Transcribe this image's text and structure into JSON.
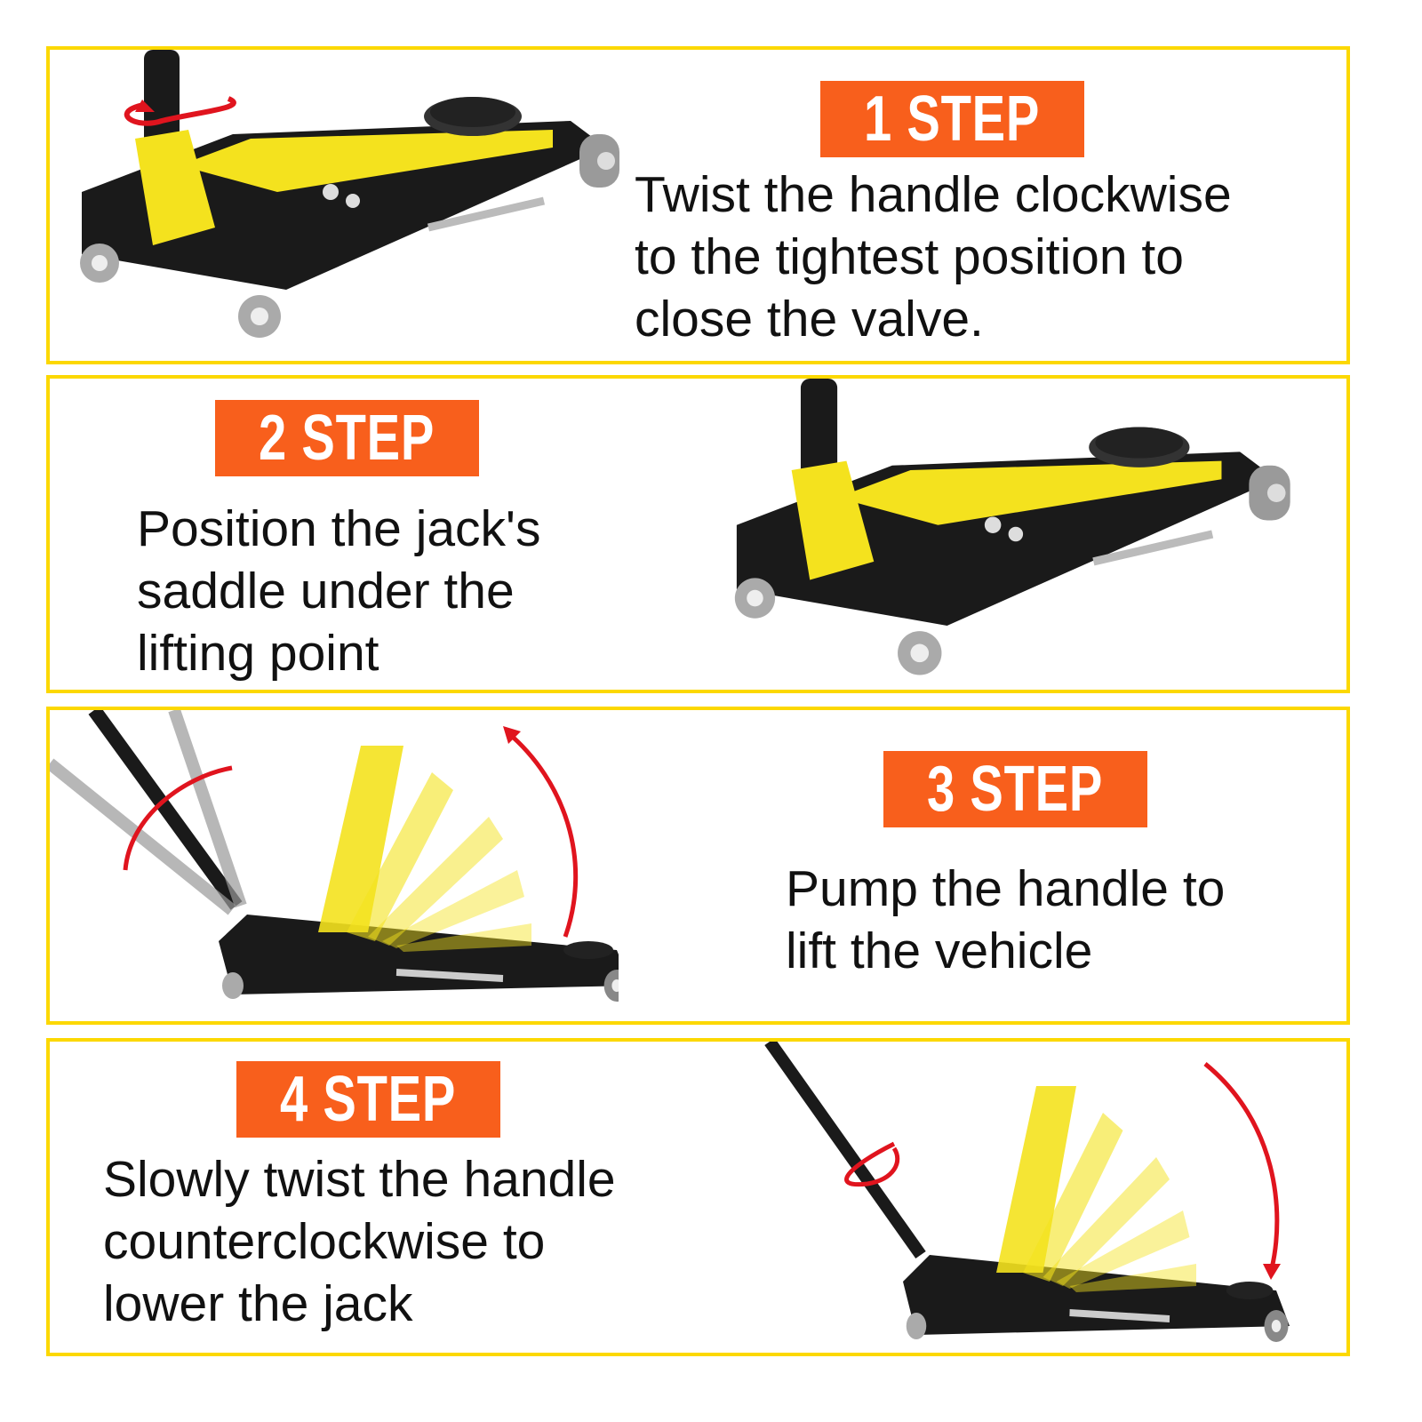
{
  "colors": {
    "border": "#FCD800",
    "badge": "#F85F1C",
    "arrow": "#E0141E",
    "jack_yellow": "#F4E21E",
    "jack_black": "#1A1A1A"
  },
  "steps": [
    {
      "label": "1 STEP",
      "text": "Twist the handle clockwise\nto the tightest position to\nclose the valve."
    },
    {
      "label": "2 STEP",
      "text": "Position the jack's\nsaddle under the\nlifting point"
    },
    {
      "label": "3 STEP",
      "text": "Pump the handle to\nlift the vehicle"
    },
    {
      "label": "4 STEP",
      "text": "Slowly twist the handle\ncounterclockwise to\nlower the jack"
    }
  ]
}
